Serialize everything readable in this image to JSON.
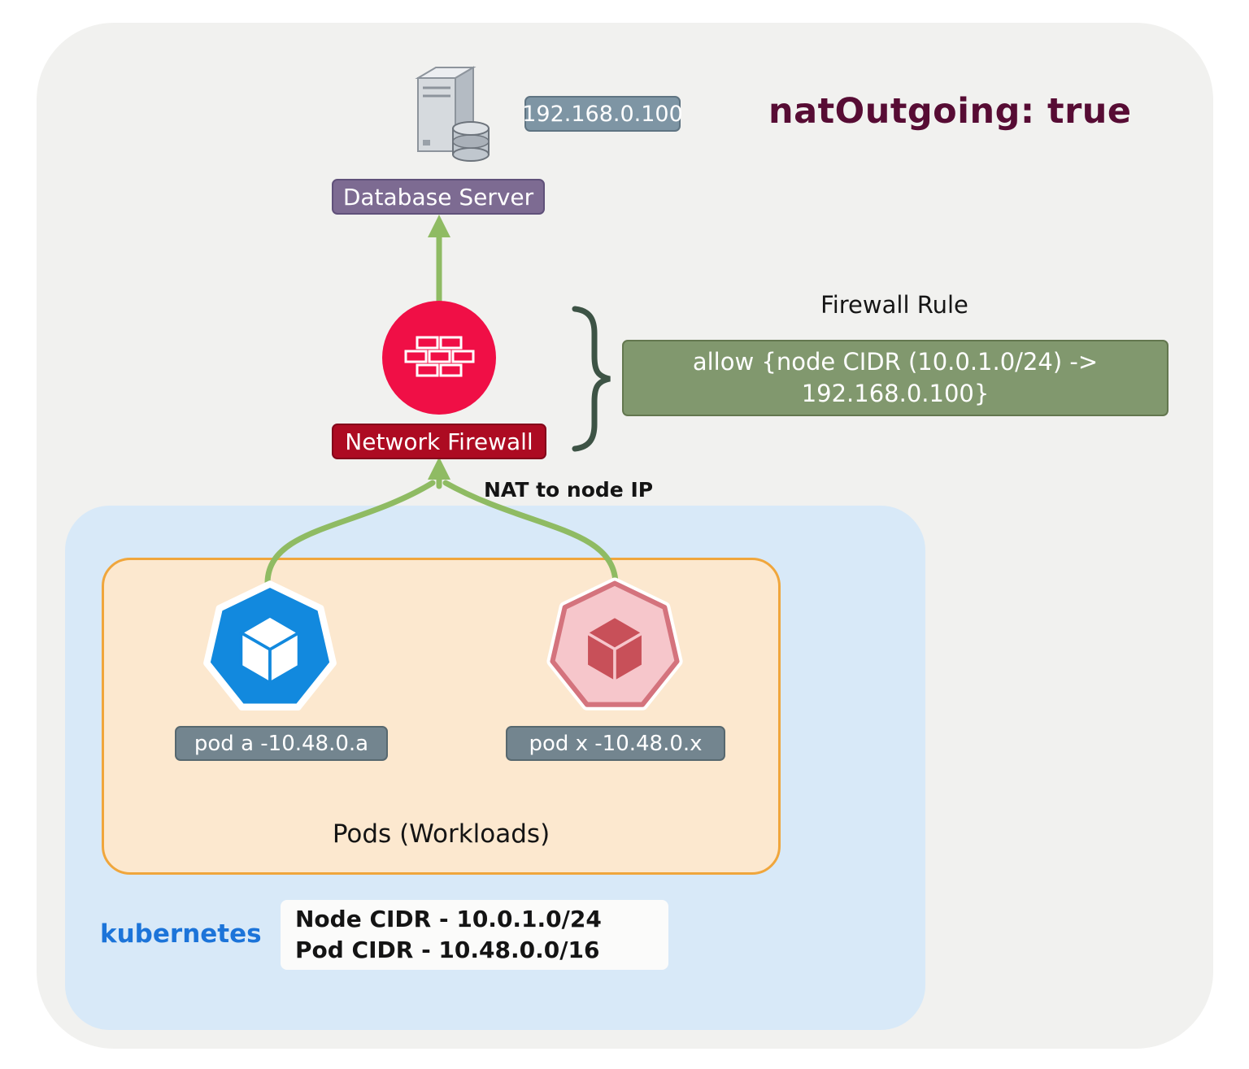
{
  "diagram": {
    "nat_outgoing_label": "natOutgoing: true",
    "nat_label": "NAT to node IP",
    "database_server": {
      "label": "Database Server",
      "ip": "192.168.0.100"
    },
    "firewall": {
      "label": "Network Firewall"
    },
    "firewall_rule": {
      "title": "Firewall Rule",
      "rule": "allow {node CIDR (10.0.1.0/24) -> 192.168.0.100}"
    },
    "cluster": {
      "name": "kubernetes",
      "pods_label": "Pods (Workloads)",
      "pods": [
        {
          "label": "pod a -10.48.0.a"
        },
        {
          "label": "pod x -10.48.0.x"
        }
      ],
      "node_cidr": "Node CIDR - 10.0.1.0/24",
      "pod_cidr": "Pod CIDR - 10.48.0.0/16"
    },
    "colors": {
      "firewall_circle": "#f00f46",
      "firewall_badge": "#ad0b22",
      "database_badge": "#7d6b92",
      "ip_badge": "#7e95a4",
      "pod_badge": "#73858f",
      "rule_badge": "#81986e",
      "arrow_green": "#8fbb63",
      "brace_green": "#3d5345",
      "cluster_bg": "#d8e9f8",
      "pods_box_bg": "#fce8cf",
      "pods_box_border": "#f0a63c",
      "kubernetes_blue": "#1c74d9",
      "pod_blue": "#1289de",
      "pod_pink": "#f6c6cb",
      "nat_outgoing_text": "#570c34"
    }
  }
}
